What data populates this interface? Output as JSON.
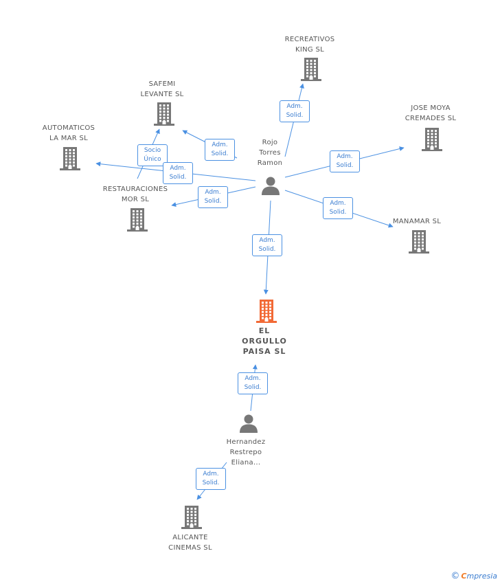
{
  "colors": {
    "edge": "#4a90e2",
    "company": "#777777",
    "company_main": "#f26a36",
    "person": "#777777",
    "badge_border": "#4a90e2",
    "badge_text": "#3b7dd0"
  },
  "nodes": {
    "recreativos_king": {
      "icon": "building-icon",
      "lines": [
        "RECREATIVOS",
        "KING SL"
      ]
    },
    "safemi_levante": {
      "icon": "building-icon",
      "lines": [
        "SAFEMI",
        "LEVANTE SL"
      ]
    },
    "jose_moya": {
      "icon": "building-icon",
      "lines": [
        "JOSE MOYA",
        "CREMADES SL"
      ]
    },
    "automaticos": {
      "icon": "building-icon",
      "lines": [
        "AUTOMATICOS",
        "LA MAR  SL"
      ]
    },
    "restauraciones": {
      "icon": "building-icon",
      "lines": [
        "RESTAURACIONES",
        "MOR SL"
      ]
    },
    "manamar": {
      "icon": "building-icon",
      "lines": [
        "MANAMAR SL"
      ]
    },
    "el_orgullo": {
      "icon": "building-icon",
      "lines": [
        "EL",
        "ORGULLO",
        "PAISA  SL"
      ]
    },
    "alicante": {
      "icon": "building-icon",
      "lines": [
        "ALICANTE",
        "CINEMAS  SL"
      ]
    },
    "rojo": {
      "icon": "person-icon",
      "lines": [
        "Rojo",
        "Torres",
        "Ramon"
      ]
    },
    "hernandez": {
      "icon": "person-icon",
      "lines": [
        "Hernandez",
        "Restrepo",
        "Eliana..."
      ]
    }
  },
  "badges": [
    {
      "lines": [
        "Adm.",
        "Solid."
      ]
    },
    {
      "lines": [
        "Adm.",
        "Solid."
      ]
    },
    {
      "lines": [
        "Adm.",
        "Solid."
      ]
    },
    {
      "lines": [
        "Socio",
        "Único"
      ]
    },
    {
      "lines": [
        "Adm.",
        "Solid."
      ]
    },
    {
      "lines": [
        "Adm.",
        "Solid."
      ]
    },
    {
      "lines": [
        "Adm.",
        "Solid."
      ]
    },
    {
      "lines": [
        "Adm.",
        "Solid."
      ]
    },
    {
      "lines": [
        "Adm.",
        "Solid."
      ]
    },
    {
      "lines": [
        "Adm.",
        "Solid."
      ]
    }
  ],
  "footer": {
    "copyright": "©",
    "brand_first": "C",
    "brand_rest": "mpresia"
  }
}
